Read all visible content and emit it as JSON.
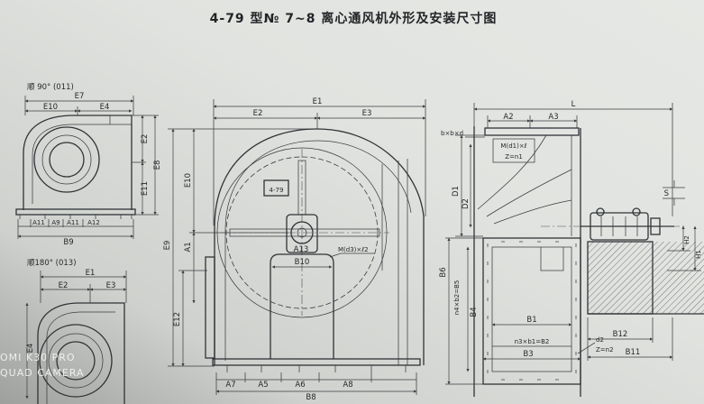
{
  "title": "4-79 型№ 7~8 离心通风机外形及安装尺寸图",
  "view_90": {
    "label": "顺 90° (011)",
    "E7": "E7",
    "E10": "E10",
    "E4": "E4",
    "E2": "E2",
    "E8": "E8",
    "E11": "E11",
    "A11_left": "A11",
    "A9": "A9",
    "A11_right": "A11",
    "A12": "A12",
    "B9": "B9"
  },
  "view_180": {
    "label": "顺180° (013)",
    "E1": "E1",
    "E2": "E2",
    "E3": "E3",
    "E4": "E4"
  },
  "front_view": {
    "E1": "E1",
    "E2": "E2",
    "E3": "E3",
    "E10": "E10",
    "E9": "E9",
    "A1": "A1",
    "E12": "E12",
    "nameplate": "4-79",
    "A13": "A13",
    "B10": "B10",
    "bolt_spec": "M(d3)×ℓ2",
    "A7": "A7",
    "A5": "A5",
    "A6": "A6",
    "A8": "A8",
    "B8": "B8"
  },
  "side_view": {
    "L": "L",
    "A2": "A2",
    "A3": "A3",
    "flange_spec": "b×b×d",
    "bolt_spec": "M(d1)×ℓ",
    "bolt_count": "Z=n1",
    "D1": "D1",
    "D2": "D2",
    "S": "S",
    "H2": "H2",
    "H1": "H1",
    "B6": "B6",
    "B5_formula": "n4×b2=B5",
    "B4": "B4",
    "B1": "B1",
    "B2_formula": "n3×b1=B2",
    "B3": "B3",
    "d2": "d2",
    "hole_count": "Z=n2",
    "B12": "B12",
    "B11": "B11"
  },
  "watermark": {
    "line1": "OMI K30 PRO",
    "line2": "QUAD CAMERA"
  },
  "colors": {
    "paper": "#dfe1de",
    "ink": "#303336"
  }
}
